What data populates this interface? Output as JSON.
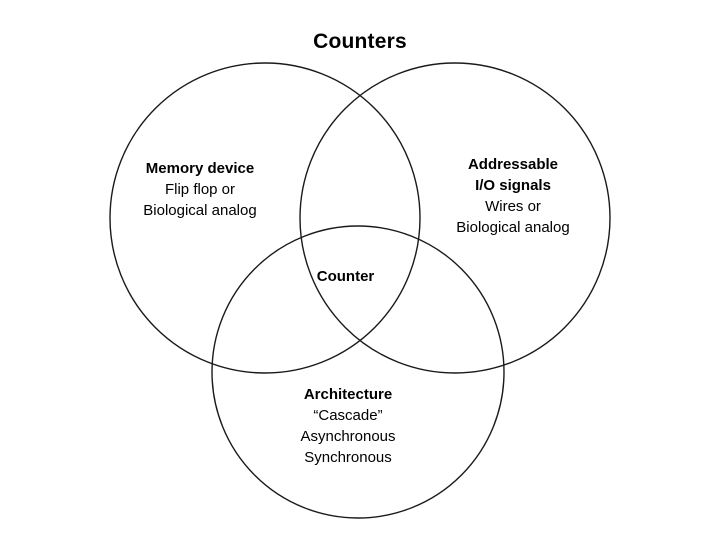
{
  "title": "Counters",
  "venn": {
    "memory": {
      "heading": "Memory device",
      "line1": "Flip flop or",
      "line2": "Biological analog"
    },
    "io": {
      "heading1": "Addressable",
      "heading2": "I/O signals",
      "line1": "Wires or",
      "line2": "Biological analog"
    },
    "architecture": {
      "heading": "Architecture",
      "line1": "“Cascade”",
      "line2": "Asynchronous",
      "line3": "Synchronous"
    },
    "center": {
      "label": "Counter"
    }
  }
}
